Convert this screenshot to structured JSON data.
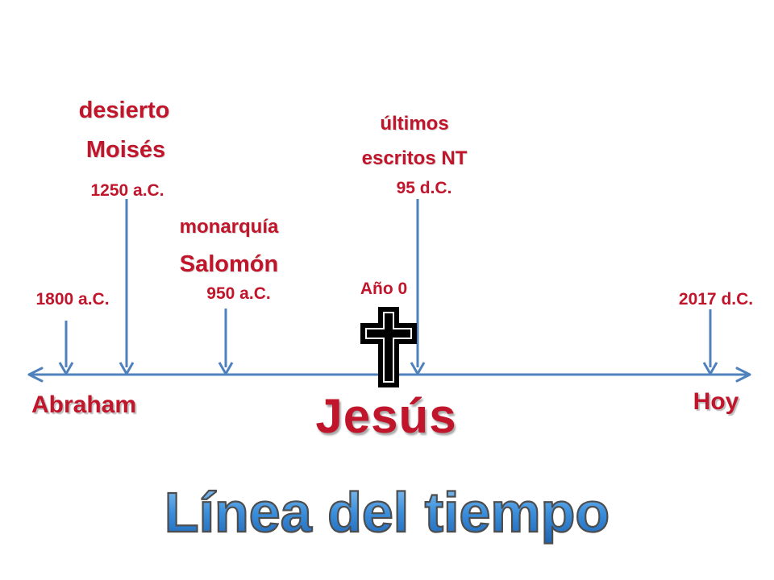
{
  "timeline": {
    "line_color": "#4f81bd",
    "text_color": "#c0152a",
    "markers": [
      {
        "id": "abraham",
        "date": "1800 a.C.",
        "label": ""
      },
      {
        "id": "moises",
        "date": "1250 a.C.",
        "label_top": "desierto",
        "label_bottom": "Moisés"
      },
      {
        "id": "salomon",
        "date": "950 a.C.",
        "label_top": "monarquía",
        "label_bottom": "Salomón"
      },
      {
        "id": "nt",
        "date": "95 d.C.",
        "label_top": "últimos",
        "label_bottom": "escritos NT"
      },
      {
        "id": "hoy",
        "date": "2017 d.C.",
        "label": ""
      }
    ],
    "year_zero": "Año 0",
    "left_label": "Abraham",
    "right_label": "Hoy",
    "center_label": "Jesús",
    "cross_icon": "latin-cross-icon"
  },
  "title": "Línea del tiempo"
}
